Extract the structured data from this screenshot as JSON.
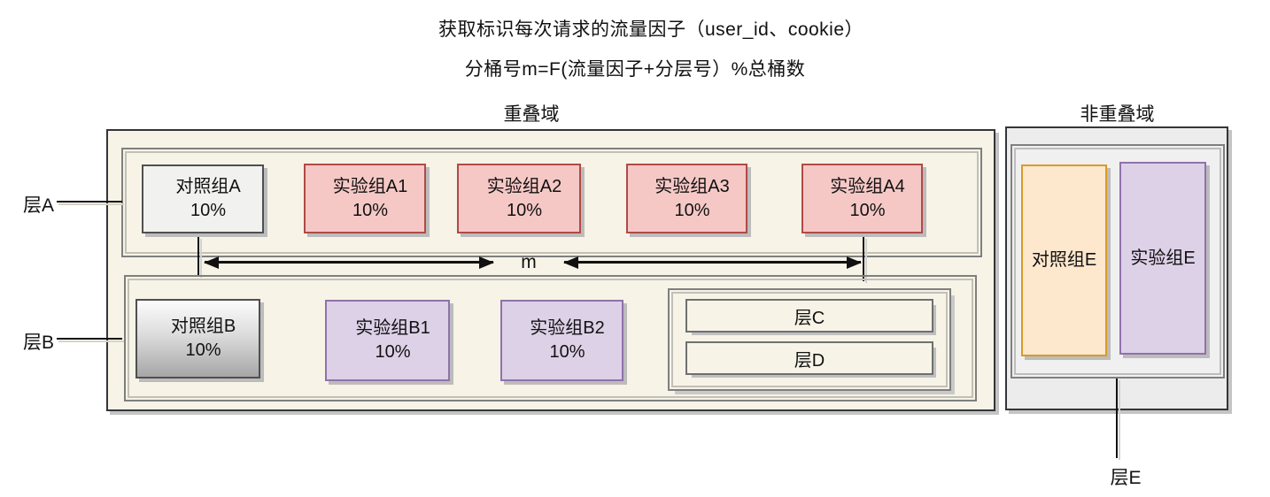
{
  "titles": {
    "line1": "获取标识每次请求的流量因子（user_id、cookie）",
    "line2": "分桶号m=F(流量因子+分层号）%总桶数"
  },
  "overlap_domain": {
    "label": "重叠域",
    "dimension_label": "m",
    "layer_a": {
      "label": "层A",
      "groups": [
        {
          "name": "对照组A",
          "share": "10%"
        },
        {
          "name": "实验组A1",
          "share": "10%"
        },
        {
          "name": "实验组A2",
          "share": "10%"
        },
        {
          "name": "实验组A3",
          "share": "10%"
        },
        {
          "name": "实验组A4",
          "share": "10%"
        }
      ]
    },
    "layer_b": {
      "label": "层B",
      "groups": [
        {
          "name": "对照组B",
          "share": "10%"
        },
        {
          "name": "实验组B1",
          "share": "10%"
        },
        {
          "name": "实验组B2",
          "share": "10%"
        }
      ],
      "nested_layers": [
        {
          "label": "层C"
        },
        {
          "label": "层D"
        }
      ]
    }
  },
  "non_overlap_domain": {
    "label": "非重叠域",
    "layer_e": {
      "label": "层E",
      "groups": [
        {
          "name": "对照组E"
        },
        {
          "name": "实验组E"
        }
      ]
    }
  },
  "colors": {
    "overlap_background": "#f7f3e7",
    "non_overlap_background": "#ececec",
    "control_fill": "#f1f1f0",
    "control_border": "#4f4f4f",
    "experiment_a_fill": "#f5c8c6",
    "experiment_a_border": "#b04a45",
    "experiment_b_fill": "#ddd1e7",
    "experiment_b_border": "#8f72ab",
    "control_e_fill": "#fde7cd",
    "control_e_border": "#d79b28",
    "outer_box_border": "#333639",
    "container_border": "#7f7f7f"
  }
}
